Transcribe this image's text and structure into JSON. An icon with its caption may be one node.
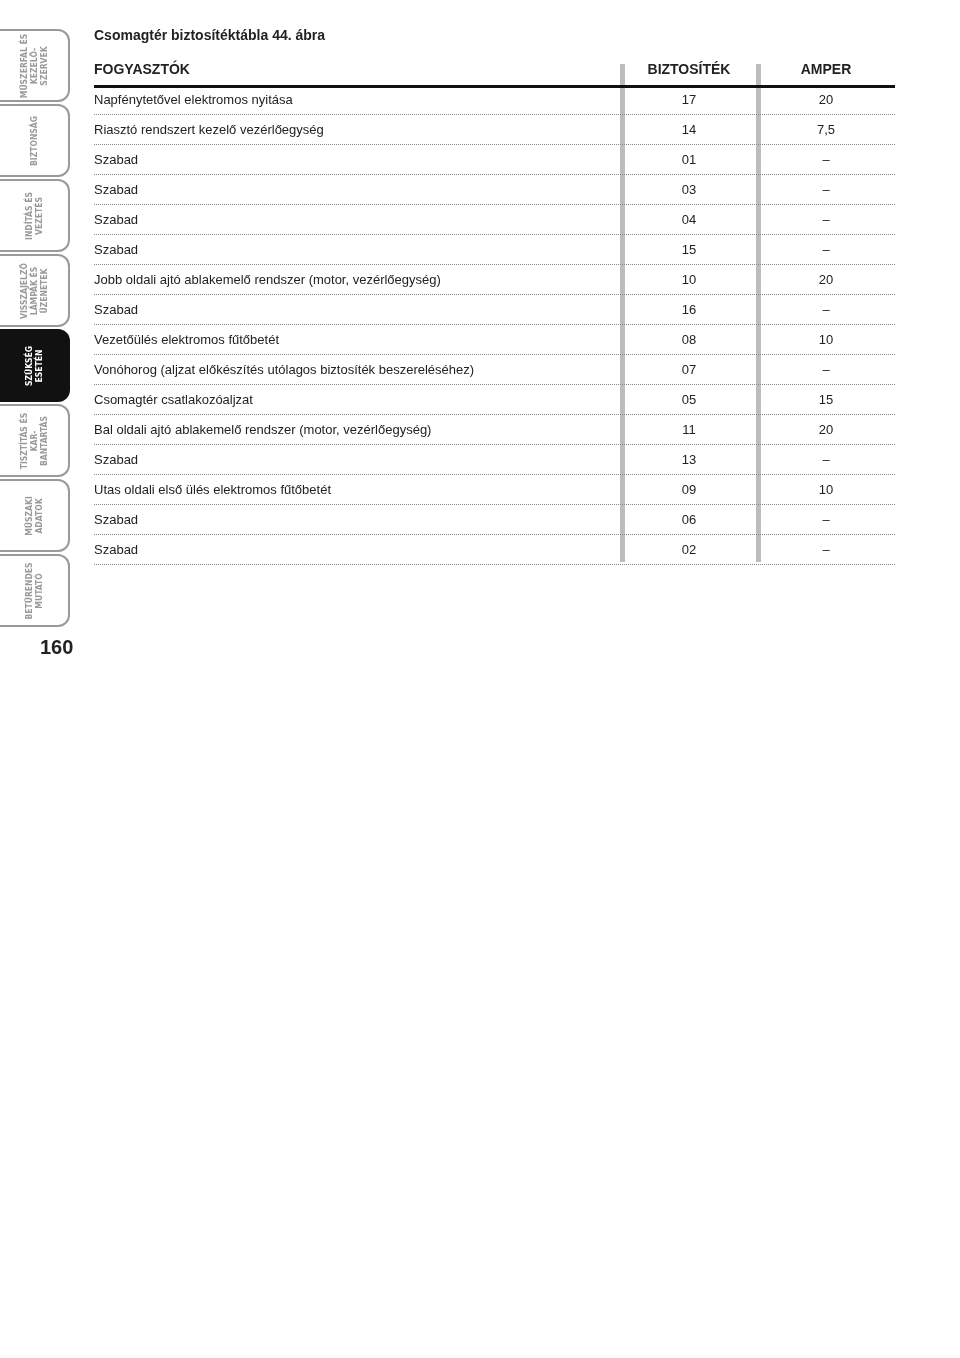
{
  "diagram": {
    "title": "Csomagtér biztosítéktábla 44. ábra",
    "nodes": [
      {
        "text": [
          "MŰSZERFAL ÉS KEZELŐ- SZERVEK"
        ]
      },
      {
        "text": [
          "BIZTONSÁG"
        ]
      },
      {
        "text": [
          "INDÍTÁS ÉS VEZETÉS"
        ]
      },
      {
        "text": [
          "VISSZAJELZŐ LÁMPÁK ÉS ÜZENETEK"
        ]
      },
      {
        "text": [
          "SZÜKSÉG ESETÉN"
        ]
      },
      {
        "text": [
          "TISZTÍTÁS ÉS KAR- BANTARTÁS"
        ]
      },
      {
        "text": [
          "MŰSZAKI ADATOK"
        ]
      },
      {
        "text": [
          "BETŰRENDES MUTATÓ"
        ]
      }
    ],
    "edges": [],
    "labels": [
      "FOGYASZTÓK",
      "BIZTOSÍTÉK",
      "AMPER",
      "Napfénytetővel elektromos nyitása",
      "17",
      "20",
      "Riasztó rendszert kezelő vezérlőegység",
      "14",
      "7,5",
      "Szabad",
      "01",
      "–",
      "Szabad",
      "03",
      "–",
      "Szabad",
      "04",
      "–",
      "Szabad",
      "15",
      "–",
      "Jobb oldali ajtó ablakemelő rendszer (motor, vezérlőegység)",
      "10",
      "20",
      "Szabad",
      "16",
      "–",
      "Vezetőülés elektromos fűtőbetét",
      "08",
      "10",
      "Vonóhorog (aljzat előkészítés utólagos biztosíték beszereléséhez)",
      "07",
      "–",
      "Csomagtér csatlakozóaljzat",
      "05",
      "15",
      "Bal oldali ajtó ablakemelő rendszer (motor, vezérlőegység)",
      "11",
      "20",
      "Szabad",
      "13",
      "–",
      "Utas oldali első ülés elektromos fűtőbetét",
      "09",
      "10",
      "Szabad",
      "06",
      "–",
      "Szabad",
      "02",
      "–",
      "160"
    ]
  }
}
